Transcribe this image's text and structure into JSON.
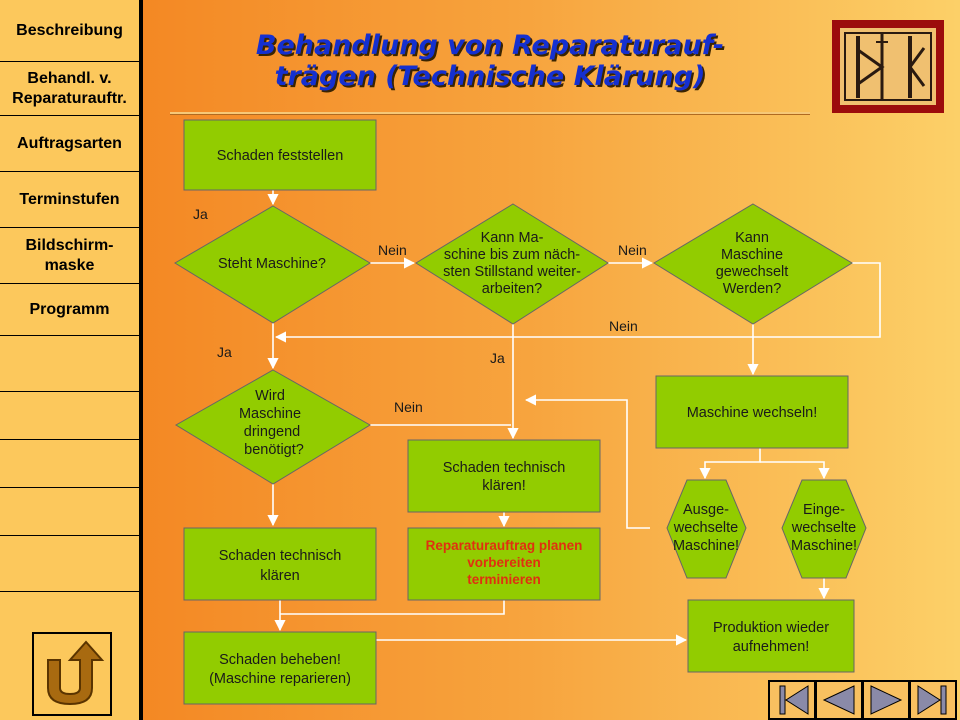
{
  "sidebar": {
    "items": [
      {
        "label": "Beschreibung"
      },
      {
        "label": "Behandl. v. Reparaturauftr."
      },
      {
        "label": "Auftragsarten"
      },
      {
        "label": "Terminstufen"
      },
      {
        "label": "Bildschirm-maske"
      },
      {
        "label": "Programm"
      }
    ],
    "home_icon": "u-turn-back-icon"
  },
  "header": {
    "title_line1": "Behandlung von Reparaturauf-",
    "title_line2": "trägen (Technische Klärung)"
  },
  "flowchart": {
    "schaden_feststellen": "Schaden feststellen",
    "steht_maschine": "Steht Maschine?",
    "kann_weiter_l1": "Kann Ma-",
    "kann_weiter_l2": "schine bis zum näch-",
    "kann_weiter_l3": "sten Stillstand weiter-",
    "kann_weiter_l4": "arbeiten?",
    "kann_gewechselt_l1": "Kann",
    "kann_gewechselt_l2": "Maschine",
    "kann_gewechselt_l3": "gewechselt",
    "kann_gewechselt_l4": "Werden?",
    "wird_benoetigt_l1": "Wird",
    "wird_benoetigt_l2": "Maschine",
    "wird_benoetigt_l3": "dringend",
    "wird_benoetigt_l4": "benötigt?",
    "maschine_wechseln": "Maschine wechseln!",
    "schaden_klaeren_mid_l1": "Schaden technisch",
    "schaden_klaeren_mid_l2": "klären!",
    "ausgewechselt_l1": "Ausge-",
    "ausgewechselt_l2": "wechselte",
    "ausgewechselt_l3": "Maschine!",
    "eingewechselt_l1": "Einge-",
    "eingewechselt_l2": "wechselte",
    "eingewechselt_l3": "Maschine!",
    "schaden_klaeren_left_l1": "Schaden technisch",
    "schaden_klaeren_left_l2": "klären",
    "planen_l1": "Reparaturauftrag planen",
    "planen_l2": "vorbereiten",
    "planen_l3": "terminieren",
    "produktion_l1": "Produktion wieder",
    "produktion_l2": "aufnehmen!",
    "beheben_l1": "Schaden beheben!",
    "beheben_l2": "(Maschine reparieren)",
    "label_ja": "Ja",
    "label_nein": "Nein"
  },
  "colors": {
    "box_green": "#92cc00",
    "accent_red": "#e03010",
    "title_blue": "#1530d0"
  },
  "navigation": {
    "icons": [
      "first-slide-icon",
      "previous-slide-icon",
      "next-slide-icon",
      "last-slide-icon"
    ]
  }
}
